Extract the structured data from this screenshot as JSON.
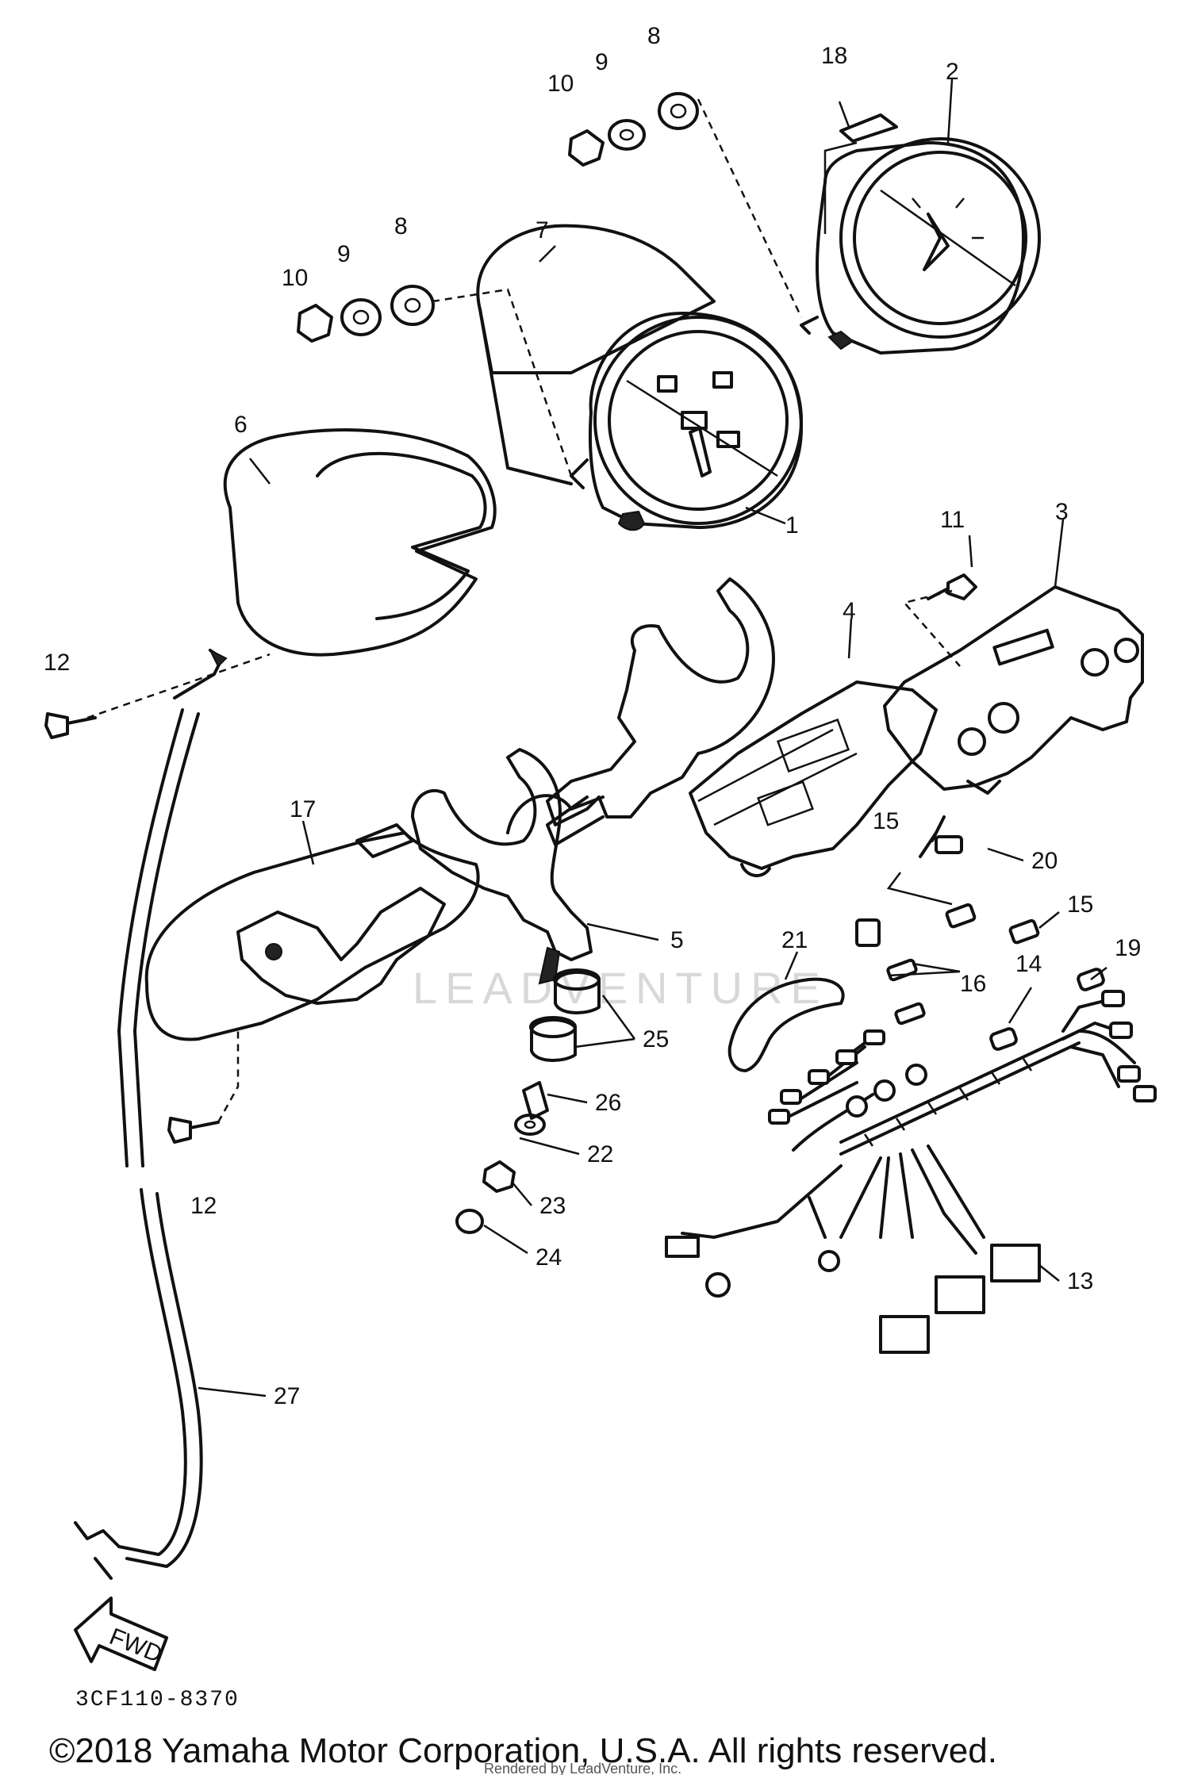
{
  "diagram": {
    "part_labels": [
      {
        "id": "p1",
        "text": "1"
      },
      {
        "id": "p2",
        "text": "2"
      },
      {
        "id": "p3",
        "text": "3"
      },
      {
        "id": "p4",
        "text": "4"
      },
      {
        "id": "p5",
        "text": "5"
      },
      {
        "id": "p6",
        "text": "6"
      },
      {
        "id": "p7",
        "text": "7"
      },
      {
        "id": "p8a",
        "text": "8"
      },
      {
        "id": "p8b",
        "text": "8"
      },
      {
        "id": "p9a",
        "text": "9"
      },
      {
        "id": "p9b",
        "text": "9"
      },
      {
        "id": "p10a",
        "text": "10"
      },
      {
        "id": "p10b",
        "text": "10"
      },
      {
        "id": "p11",
        "text": "11"
      },
      {
        "id": "p12a",
        "text": "12"
      },
      {
        "id": "p12b",
        "text": "12"
      },
      {
        "id": "p13",
        "text": "13"
      },
      {
        "id": "p14",
        "text": "14"
      },
      {
        "id": "p15a",
        "text": "15"
      },
      {
        "id": "p15b",
        "text": "15"
      },
      {
        "id": "p16",
        "text": "16"
      },
      {
        "id": "p17",
        "text": "17"
      },
      {
        "id": "p18",
        "text": "18"
      },
      {
        "id": "p19",
        "text": "19"
      },
      {
        "id": "p20",
        "text": "20"
      },
      {
        "id": "p21",
        "text": "21"
      },
      {
        "id": "p22",
        "text": "22"
      },
      {
        "id": "p23",
        "text": "23"
      },
      {
        "id": "p24",
        "text": "24"
      },
      {
        "id": "p25",
        "text": "25"
      },
      {
        "id": "p26",
        "text": "26"
      },
      {
        "id": "p27",
        "text": "27"
      }
    ],
    "fwd_label": "FWD",
    "diagram_code": "3CF110-8370",
    "watermark": "LEADVENTURE",
    "rendered_by": "Rendered by LeadVenture, Inc.",
    "copyright": "©2018 Yamaha Motor Corporation, U.S.A. All rights reserved."
  }
}
